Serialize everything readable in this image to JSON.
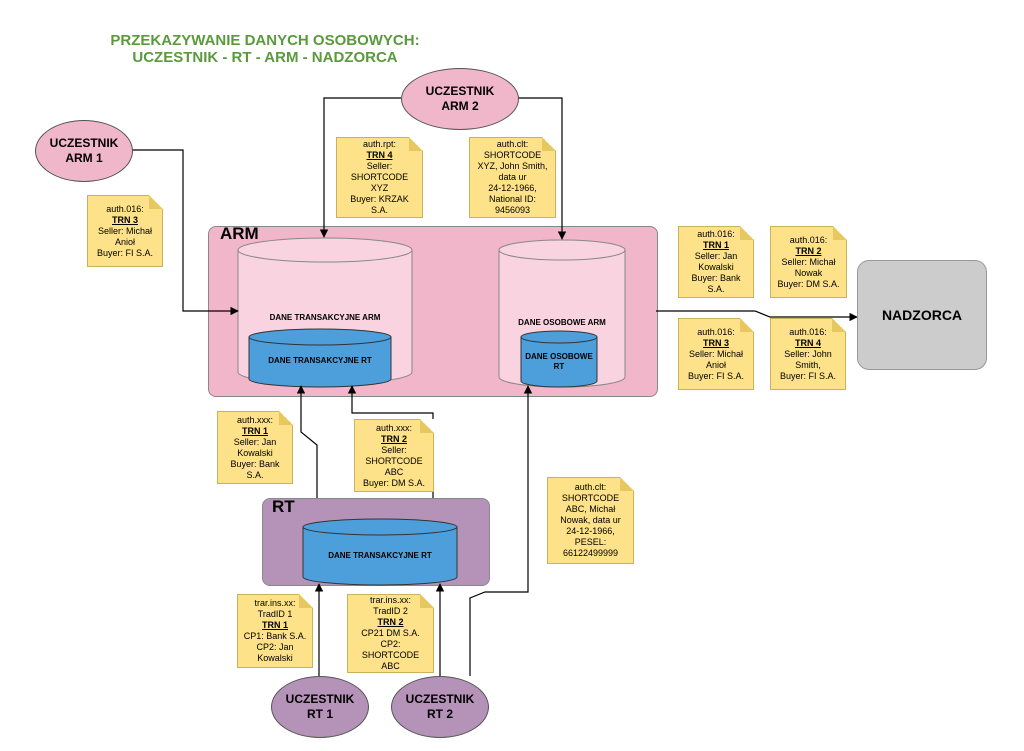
{
  "title": {
    "line1": "PRZEKAZYWANIE DANYCH OSOBOWYCH:",
    "line2": "UCZESTNIK - RT - ARM - NADZORCA"
  },
  "nodes": {
    "uczestnik_arm1": [
      "UCZESTNIK",
      "ARM 1"
    ],
    "uczestnik_arm2": [
      "UCZESTNIK",
      "ARM 2"
    ],
    "uczestnik_rt1": [
      "UCZESTNIK",
      "RT 1"
    ],
    "uczestnik_rt2": [
      "UCZESTNIK",
      "RT 2"
    ],
    "nadzorca": "NADZORCA"
  },
  "containers": {
    "arm": "ARM",
    "rt": "RT"
  },
  "databases": {
    "arm_trans": "DANE TRANSAKCYJNE ARM",
    "arm_trans_rt": "DANE TRANSAKCYJNE RT",
    "arm_osob": "DANE OSOBOWE ARM",
    "arm_osob_rt": [
      "DANE OSOBOWE",
      "RT"
    ],
    "rt_trans": "DANE TRANSAKCYJNE RT"
  },
  "notes": {
    "n_arm1": {
      "lines": [
        "auth.016:",
        "TRN 3",
        "Seller: Michał",
        "Anioł",
        "Buyer: FI S.A."
      ],
      "trn": 1
    },
    "n_rpt": {
      "lines": [
        "auth.rpt:",
        "TRN 4",
        "Seller:",
        "SHORTCODE",
        "XYZ",
        "Buyer: KRZAK",
        "S.A."
      ],
      "trn": 1
    },
    "n_clt_arm2": {
      "lines": [
        "auth.clt:",
        "SHORTCODE",
        "XYZ, John Smith,",
        "data ur",
        "24-12-1966,",
        "National ID:",
        "9456093"
      ],
      "trn": -1
    },
    "n_016_trn1": {
      "lines": [
        "auth.016:",
        "TRN 1",
        "Seller: Jan",
        "Kowalski",
        "Buyer: Bank",
        "S.A."
      ],
      "trn": 1
    },
    "n_016_trn2": {
      "lines": [
        "auth.016:",
        "TRN 2",
        "Seller: Michał",
        "Nowak",
        "Buyer: DM S.A."
      ],
      "trn": 1
    },
    "n_016_trn3": {
      "lines": [
        "auth.016:",
        "TRN 3",
        "Seller: Michał",
        "Anioł",
        "Buyer: FI S.A."
      ],
      "trn": 1
    },
    "n_016_trn4": {
      "lines": [
        "auth.016:",
        "TRN 4",
        "Seller: John",
        "Smith,",
        "Buyer: FI S.A."
      ],
      "trn": 1
    },
    "n_xxx_trn1": {
      "lines": [
        "auth.xxx:",
        "TRN 1",
        "Seller: Jan",
        "Kowalski",
        "Buyer: Bank",
        "S.A."
      ],
      "trn": 1
    },
    "n_xxx_trn2": {
      "lines": [
        "auth.xxx:",
        "TRN 2",
        "Seller:",
        "SHORTCODE",
        "ABC",
        "Buyer: DM S.A."
      ],
      "trn": 1
    },
    "n_clt_rt2": {
      "lines": [
        "auth.clt:",
        "SHORTCODE",
        "ABC, Michał",
        "Nowak, data ur",
        "24-12-1966,",
        "PESEL:",
        "66122499999"
      ],
      "trn": -1
    },
    "n_trar1": {
      "lines": [
        "trar.ins.xx:",
        "TradID 1",
        "TRN 1",
        "CP1: Bank S.A.",
        "CP2: Jan",
        "Kowalski"
      ],
      "trn": 2
    },
    "n_trar2": {
      "lines": [
        "trar.ins.xx:",
        "TradID 2",
        "TRN 2",
        "CP21 DM S.A.",
        "CP2:",
        "SHORTCODE",
        "ABC"
      ],
      "trn": 2
    }
  },
  "colors": {
    "title": "#5a9a3c",
    "pink": "#f0b6ca",
    "arm_box": "#f2b6cb",
    "cylinder_light": "#f9d4e0",
    "cylinder_blue": "#4d9fdc",
    "rt_box": "#b592b8",
    "note": "#fde289",
    "nadzorca": "#cccccc"
  }
}
